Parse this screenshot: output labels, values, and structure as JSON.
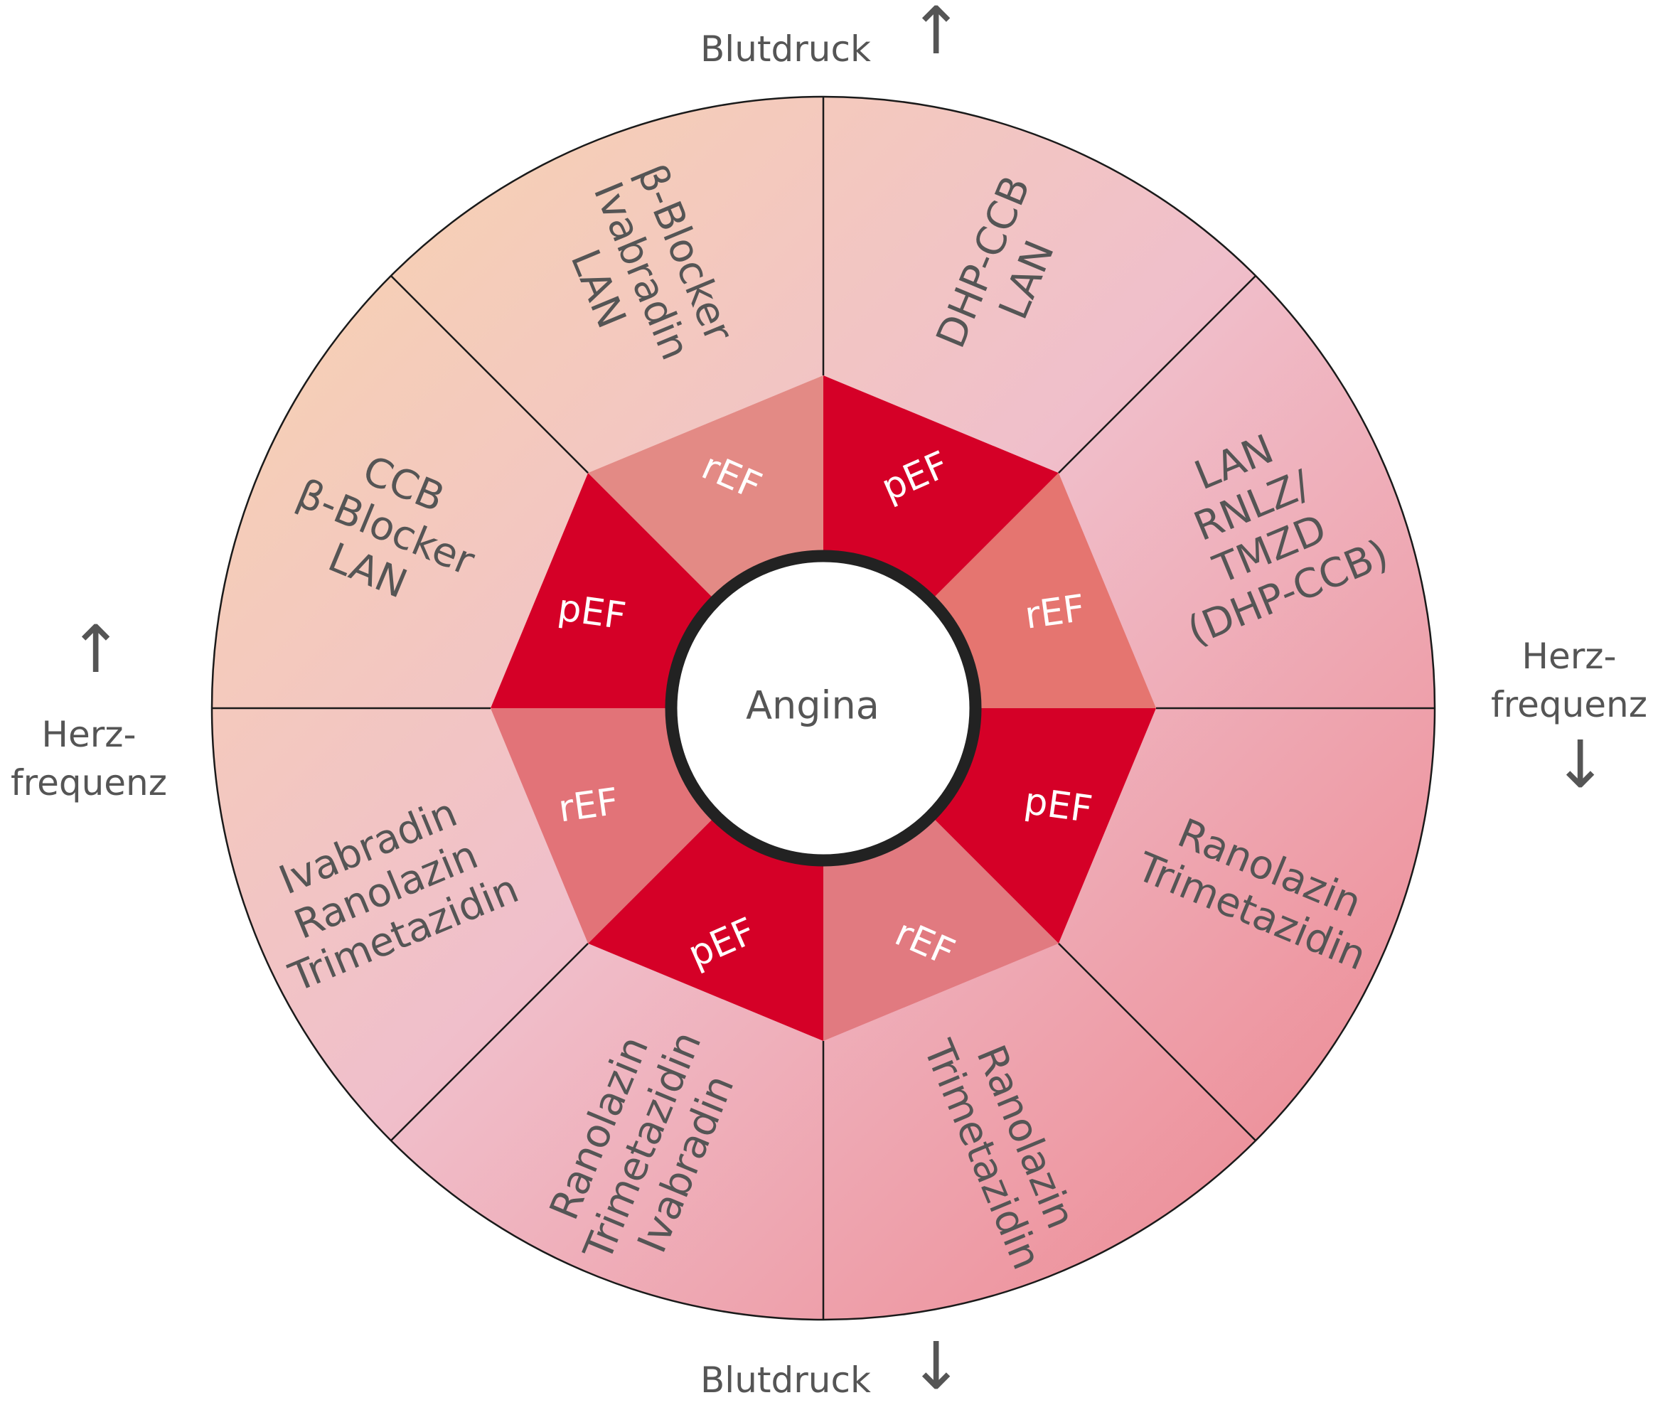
{
  "center_label": "Angina",
  "axis_labels": {
    "top": "Blutdruck",
    "bottom": "Blutdruck",
    "left": [
      "Herz-",
      "frequenz"
    ],
    "right": [
      "Herz-",
      "frequenz"
    ]
  },
  "arrows": {
    "top": "↑",
    "bottom": "↓",
    "left": "↑",
    "right": "↓"
  },
  "inner_segments": [
    {
      "label": "pEF"
    },
    {
      "label": "rEF"
    },
    {
      "label": "pEF"
    },
    {
      "label": "rEF"
    },
    {
      "label": "pEF"
    },
    {
      "label": "rEF"
    },
    {
      "label": "pEF"
    },
    {
      "label": "rEF"
    }
  ],
  "outer_segments": [
    {
      "lines": [
        "DHP-CCB",
        "LAN"
      ]
    },
    {
      "lines": [
        "LAN",
        "RNLZ/",
        "TMZD",
        "(DHP-CCB)"
      ]
    },
    {
      "lines": [
        "Ranolazin",
        "Trimetazidin"
      ]
    },
    {
      "lines": [
        "Ranolazin",
        "Trimetazidin"
      ]
    },
    {
      "lines": [
        "Ranolazin",
        "Trimetazidin",
        "Ivabradin"
      ]
    },
    {
      "lines": [
        "Ivabradin",
        "Ranolazin",
        "Trimetazidin"
      ]
    },
    {
      "lines": [
        "CCB",
        "β-Blocker",
        "LAN"
      ]
    },
    {
      "lines": [
        "β-Blocker",
        "Ivabradin",
        "LAN"
      ]
    }
  ],
  "colors": {
    "inner_pef": "#d50027",
    "inner_ref": [
      "#e57570",
      "#e17a80",
      "#e27378",
      "#e38a85"
    ],
    "ring": "#222222",
    "outer_text": "#555555",
    "inner_text": "#ffffff",
    "gradient_start": "#f8d5ae",
    "gradient_mid": "#f0bfcb",
    "gradient_end": "#ec838c"
  }
}
